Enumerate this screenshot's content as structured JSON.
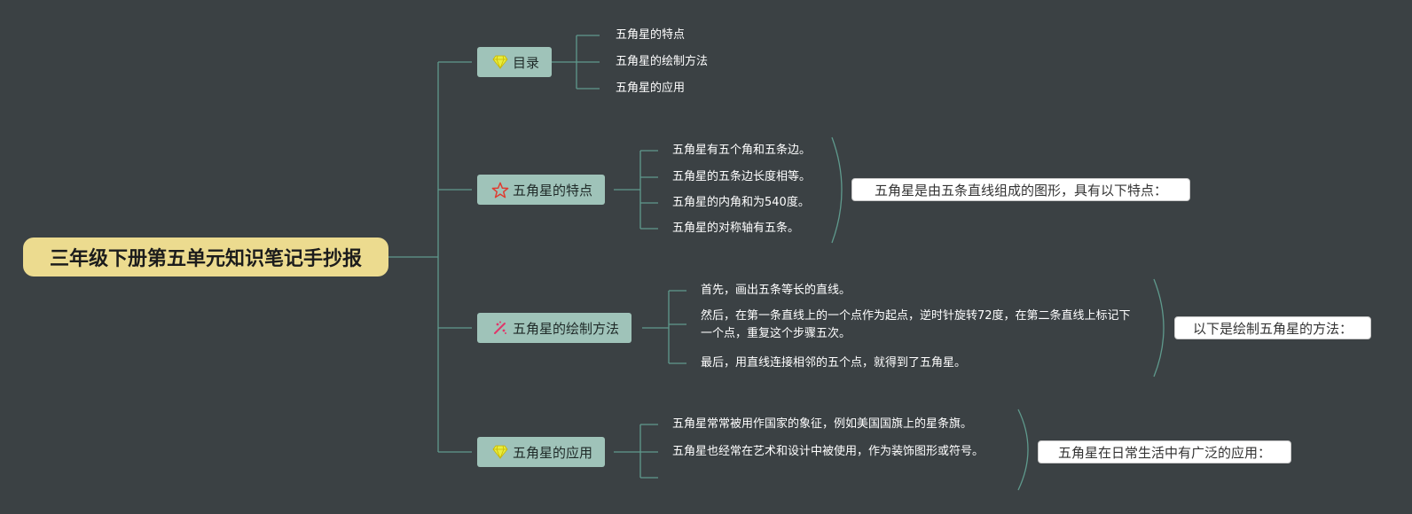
{
  "root": {
    "label": "三年级下册第五单元知识笔记手抄报"
  },
  "branches": [
    {
      "label": "目录",
      "icon": "diamond-icon",
      "leaves": [
        "五角星的特点",
        "五角星的绘制方法",
        "五角星的应用"
      ]
    },
    {
      "label": "五角星的特点",
      "icon": "star-outline-icon",
      "leaves": [
        "五角星有五个角和五条边。",
        "五角星的五条边长度相等。",
        "五角星的内角和为540度。",
        "五角星的对称轴有五条。"
      ],
      "summary": "五角星是由五条直线组成的图形，具有以下特点："
    },
    {
      "label": "五角星的绘制方法",
      "icon": "sparkle-icon",
      "leaves": [
        "首先，画出五条等长的直线。",
        "然后，在第一条直线上的一个点作为起点，逆时针旋转72度，在第二条直线上标记下一个点，重复这个步骤五次。",
        "最后，用直线连接相邻的五个点，就得到了五角星。"
      ],
      "summary": "以下是绘制五角星的方法："
    },
    {
      "label": "五角星的应用",
      "icon": "diamond-icon",
      "leaves": [
        "五角星常常被用作国家的象征，例如美国国旗上的星条旗。",
        "五角星也经常在艺术和设计中被使用，作为装饰图形或符号。",
        ""
      ],
      "summary": "五角星在日常生活中有广泛的应用："
    }
  ],
  "colors": {
    "background": "#3b4144",
    "root_fill": "#ecdb8f",
    "branch_fill": "#9fc3b9",
    "connector": "#5f9a8d",
    "leaf_text": "#ffffff",
    "summary_fill": "#ffffff"
  }
}
